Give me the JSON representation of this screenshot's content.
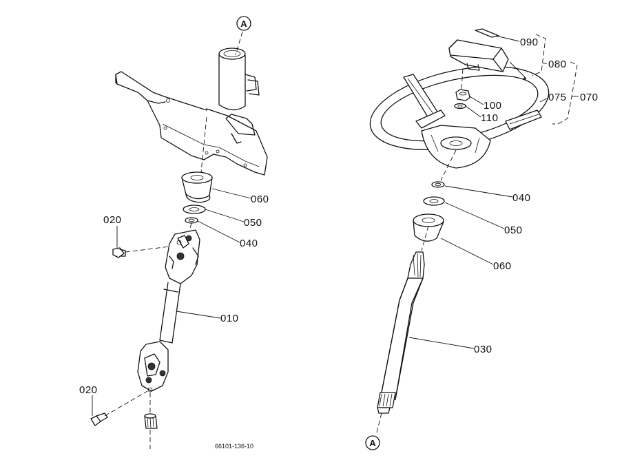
{
  "labels": {
    "ref_top": "A",
    "ref_bottom": "A",
    "p020a": "020",
    "p020b": "020",
    "p010": "010",
    "p060_left": "060",
    "p050_left": "050",
    "p040_left": "040",
    "p090": "090",
    "p080": "080",
    "p075": "075",
    "p070": "070",
    "p100": "100",
    "p110": "110",
    "p040_right": "040",
    "p050_right": "050",
    "p060_right": "060",
    "p030": "030",
    "drawing_code": "66101-136-10"
  }
}
